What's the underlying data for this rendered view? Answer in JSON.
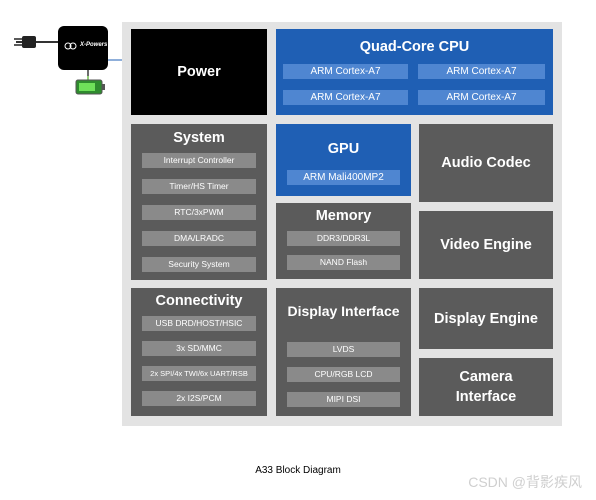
{
  "blocks": {
    "power": "Power",
    "cpu": {
      "title": "Quad-Core CPU",
      "cores": [
        "ARM Cortex-A7",
        "ARM Cortex-A7",
        "ARM Cortex-A7",
        "ARM Cortex-A7"
      ]
    },
    "system": {
      "title": "System",
      "items": [
        "Interrupt Controller",
        "Timer/HS Timer",
        "RTC/3xPWM",
        "DMA/LRADC",
        "Security System"
      ]
    },
    "gpu": {
      "title": "GPU",
      "items": [
        "ARM Mali400MP2"
      ]
    },
    "audio": "Audio Codec",
    "memory": {
      "title": "Memory",
      "items": [
        "DDR3/DDR3L",
        "NAND Flash"
      ]
    },
    "video": "Video Engine",
    "connectivity": {
      "title": "Connectivity",
      "items": [
        "USB DRD/HOST/HSIC",
        "3x SD/MMC",
        "2x SPI/4x TWI/6x UART/RSB",
        "2x I2S/PCM"
      ]
    },
    "display_interface": {
      "title": "Display Interface",
      "items": [
        "LVDS",
        "CPU/RGB LCD",
        "MIPI DSI"
      ]
    },
    "display_engine": "Display Engine",
    "camera": "Camera Interface"
  },
  "pmic": {
    "brand": "X-Powers"
  },
  "caption": "A33 Block Diagram",
  "watermark": "CSDN @背影疾风",
  "colors": {
    "panel": "#e3e3e3",
    "gray_block": "#5b5b5b",
    "blue_block": "#1f5fb4",
    "sub_gray": "#8a8a8a",
    "sub_blue": "#4f86d1"
  }
}
